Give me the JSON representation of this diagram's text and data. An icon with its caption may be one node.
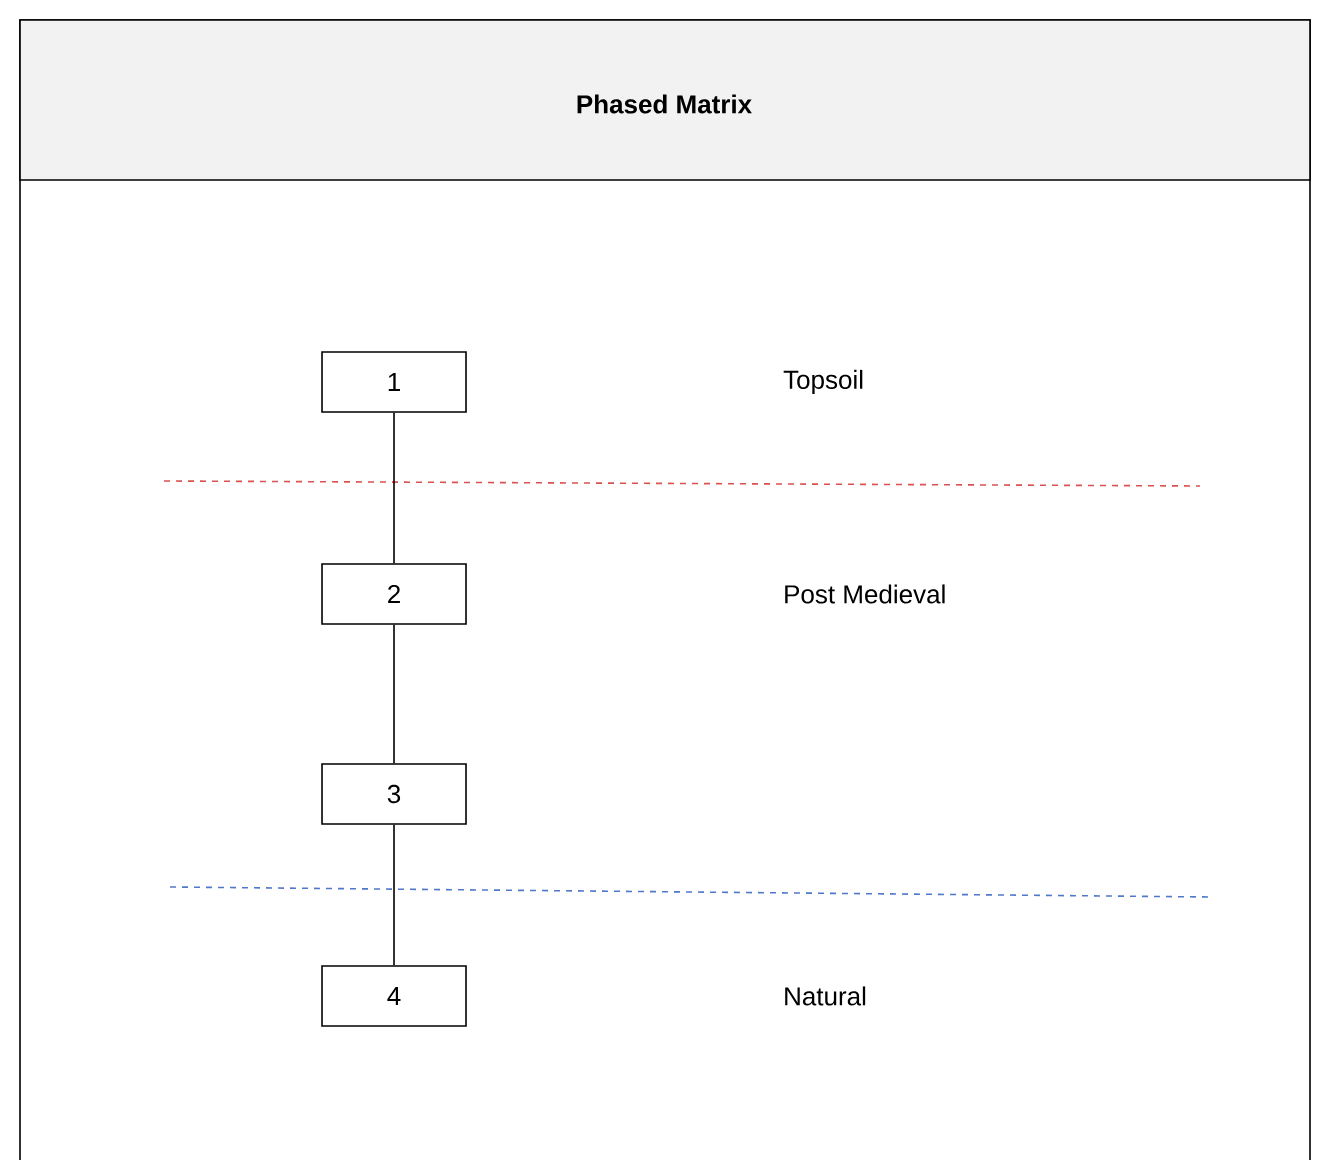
{
  "diagram": {
    "title": "Phased Matrix",
    "nodes": [
      {
        "text": [
          "1"
        ]
      },
      {
        "text": [
          "2"
        ]
      },
      {
        "text": [
          "3"
        ]
      },
      {
        "text": [
          "4"
        ]
      }
    ],
    "edges": [
      {
        "from": 0,
        "to": 1,
        "arrow": "none"
      },
      {
        "from": 1,
        "to": 2,
        "arrow": "none"
      },
      {
        "from": 2,
        "to": 3,
        "arrow": "none"
      }
    ],
    "labels": [
      "Topsoil",
      "Post Medieval",
      "Natural"
    ]
  }
}
